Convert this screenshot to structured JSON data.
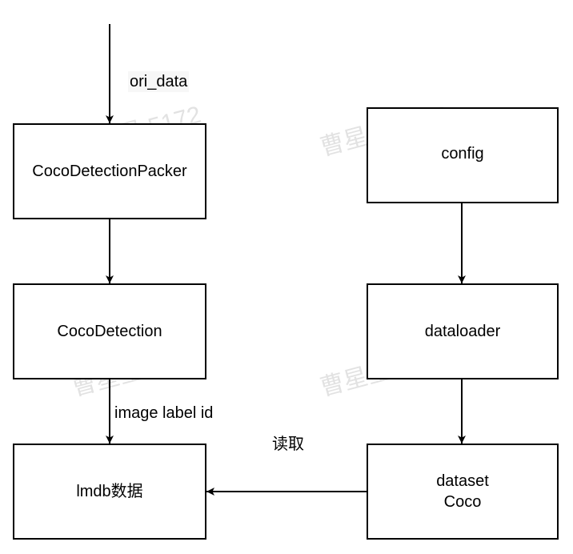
{
  "nodes": {
    "packer": "CocoDetectionPacker",
    "detection": "CocoDetection",
    "lmdb": "lmdb数据",
    "config": "config",
    "dataloader": "dataloader",
    "dataset": "dataset\nCoco"
  },
  "edge_labels": {
    "input": "ori_data",
    "image_label": "image label id",
    "read": "读取"
  },
  "watermark": "曹星星 5172"
}
